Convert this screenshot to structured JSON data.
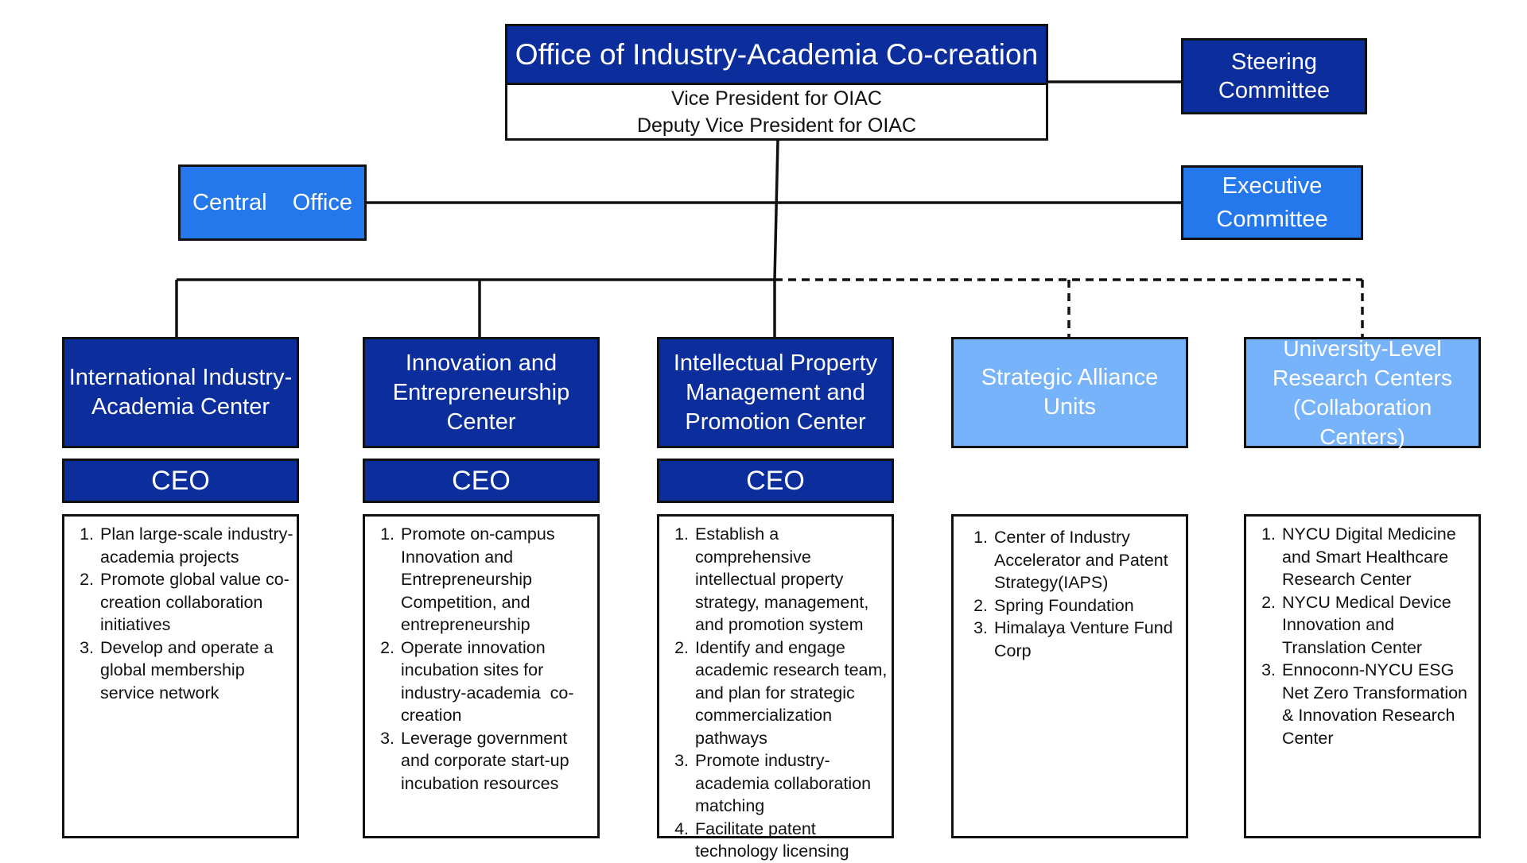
{
  "office": {
    "title": "Office of Industry-Academia Co-creation",
    "line1": "Vice President for OIAC",
    "line2": "Deputy Vice President for OIAC"
  },
  "steering": "Steering Committee",
  "central_office": "Central    Office",
  "executive": "Executive Committee",
  "units": [
    {
      "name": "International Industry-Academia Center",
      "ceo": "CEO",
      "items": [
        "Plan large-scale industry-academia projects",
        "Promote global value co-creation collaboration initiatives",
        "Develop and operate a global membership service network"
      ]
    },
    {
      "name": "Innovation and Entrepreneurship Center",
      "ceo": "CEO",
      "items": [
        "Promote on-campus Innovation and Entrepreneurship Competition, and entrepreneurship",
        "Operate innovation incubation sites for industry-academia  co-creation",
        "Leverage government and corporate start-up incubation resources"
      ]
    },
    {
      "name": "Intellectual Property Management and Promotion Center",
      "ceo": "CEO",
      "items": [
        "Establish a comprehensive intellectual property strategy, management, and promotion system",
        "Identify and engage academic research team, and plan for strategic commercialization pathways",
        "Promote industry-academia collaboration matching",
        "Facilitate patent technology licensing"
      ]
    },
    {
      "name": "Strategic Alliance Units",
      "items": [
        "Center of Industry Accelerator and Patent Strategy(IAPS)",
        "Spring Foundation",
        "Himalaya Venture Fund Corp"
      ]
    },
    {
      "name": "University-Level Research Centers (Collaboration Centers)",
      "items": [
        "NYCU Digital Medicine and Smart Healthcare Research Center",
        "NYCU Medical Device Innovation and Translation Center",
        "Ennoconn-NYCU ESG Net Zero Transformation & Innovation Research Center"
      ]
    }
  ]
}
